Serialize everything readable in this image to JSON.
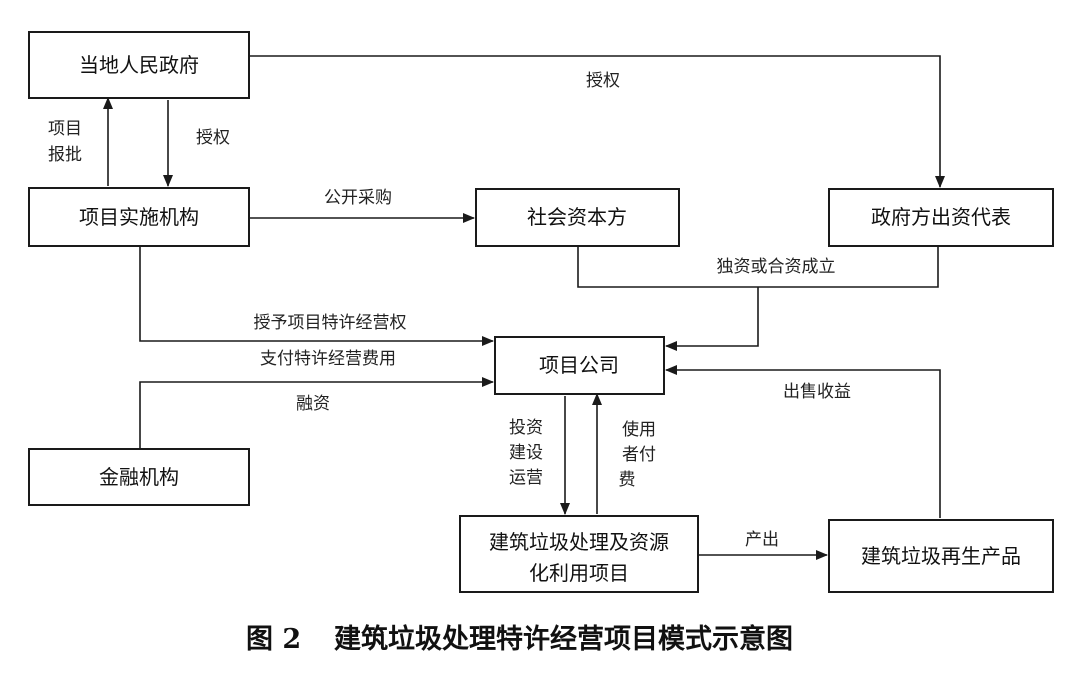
{
  "nodes": {
    "local_gov": "当地人民政府",
    "implementing_agency": "项目实施机构",
    "social_capital": "社会资本方",
    "gov_investor_rep": "政府方出资代表",
    "project_company": "项目公司",
    "financial_institution": "金融机构",
    "project_line1": "建筑垃圾处理及资源",
    "project_line2": "化利用项目",
    "recycled_products": "建筑垃圾再生产品"
  },
  "edges": {
    "authorize_top": "授权",
    "authorize_left": "授权",
    "project_approval_line1": "项目",
    "project_approval_line2": "报批",
    "public_procurement": "公开采购",
    "sole_or_joint": "独资或合资成立",
    "grant_franchise": "授予项目特许经营权",
    "pay_franchise_fee": "支付特许经营费用",
    "financing": "融资",
    "sales_revenue": "出售收益",
    "invest_line1": "投资",
    "invest_line2": "建设",
    "invest_line3": "运营",
    "user_pay_line1": "使用",
    "user_pay_line2": "者付",
    "user_pay_line3": "费",
    "output": "产出"
  },
  "caption": {
    "figure_no": "图 2",
    "title": "建筑垃圾处理特许经营项目模式示意图"
  }
}
